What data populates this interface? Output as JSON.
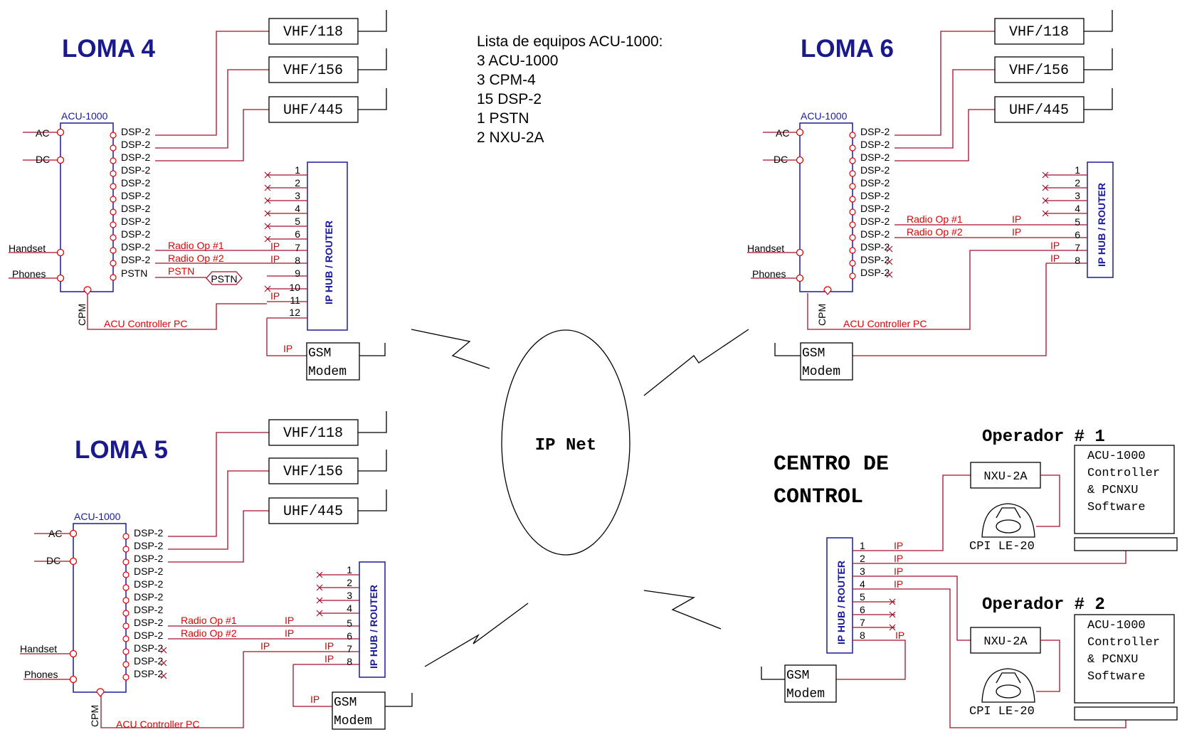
{
  "equipment_list": {
    "heading": "Lista de equipos ACU-1000:",
    "items": [
      "3 ACU-1000",
      "3 CPM-4",
      "15 DSP-2",
      "1 PSTN",
      "2 NXU-2A"
    ]
  },
  "network_label": "IP Net",
  "common": {
    "acu_label": "ACU-1000",
    "dsp": "DSP-2",
    "pstn_port": "PSTN",
    "pstn_device": "PSTN",
    "ac": "AC",
    "dc": "DC",
    "handset": "Handset",
    "phones": "Phones",
    "cpm": "CPM",
    "controller_pc": "ACU Controller PC",
    "hub": "IP HUB / ROUTER",
    "ip": "IP",
    "radio_op1": "Radio Op #1",
    "radio_op2": "Radio Op #2",
    "gsm_line1": "GSM",
    "gsm_line2": "Modem",
    "radios": [
      "VHF/118",
      "VHF/156",
      "UHF/445"
    ]
  },
  "sites": {
    "loma4": {
      "title": "LOMA 4",
      "ports": [
        "1",
        "2",
        "3",
        "4",
        "5",
        "6",
        "7",
        "8",
        "9",
        "10",
        "11",
        "12"
      ]
    },
    "loma6": {
      "title": "LOMA 6",
      "ports": [
        "1",
        "2",
        "3",
        "4",
        "5",
        "6",
        "7",
        "8"
      ]
    },
    "loma5": {
      "title": "LOMA 5",
      "ports": [
        "1",
        "2",
        "3",
        "4",
        "5",
        "6",
        "7",
        "8"
      ]
    }
  },
  "control_center": {
    "title_line1": "CENTRO DE",
    "title_line2": "CONTROL",
    "ports": [
      "1",
      "2",
      "3",
      "4",
      "5",
      "6",
      "7",
      "8"
    ],
    "operators": [
      {
        "title": "Operador # 1",
        "nxu": "NXU-2A",
        "cpi": "CPI LE-20",
        "pc_lines": [
          "ACU-1000",
          "Controller",
          "& PCNXU",
          "Software"
        ]
      },
      {
        "title": "Operador # 2",
        "nxu": "NXU-2A",
        "cpi": "CPI LE-20",
        "pc_lines": [
          "ACU-1000",
          "Controller",
          "& PCNXU",
          "Software"
        ]
      }
    ]
  }
}
